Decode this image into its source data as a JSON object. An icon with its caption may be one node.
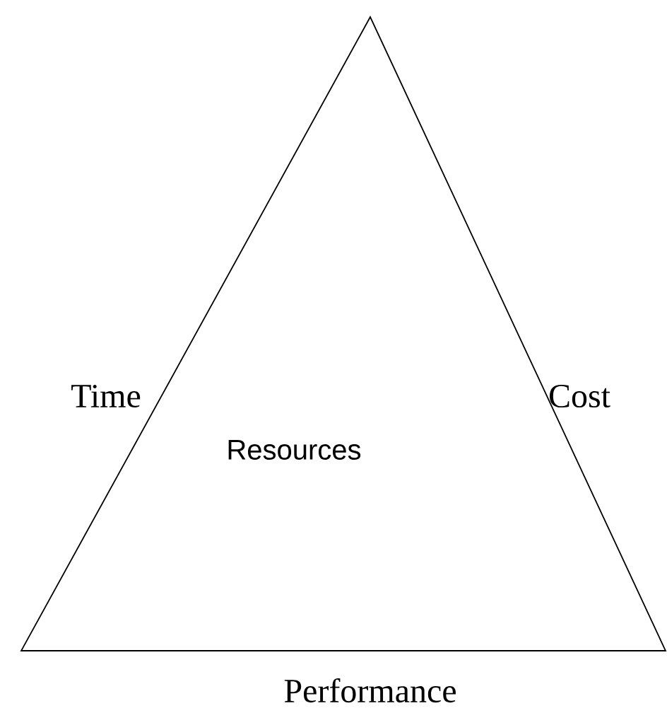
{
  "diagram": {
    "nodes": [
      {
        "text": [
          "Resources"
        ]
      }
    ],
    "labels": [
      "Time",
      "Cost",
      "Performance"
    ]
  }
}
